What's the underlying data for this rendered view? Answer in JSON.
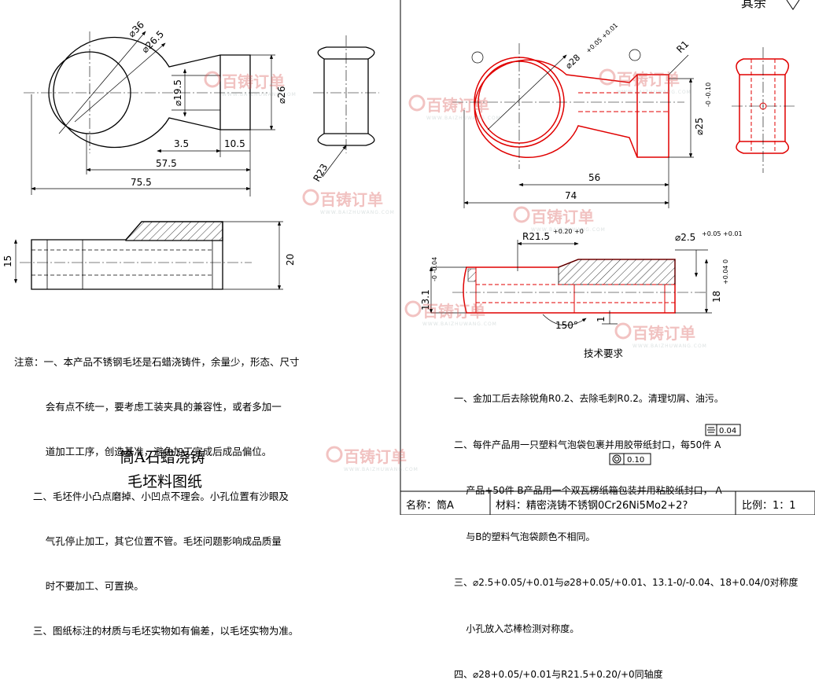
{
  "left": {
    "dims": {
      "d36": "⌀36",
      "d265": "⌀26.5",
      "d195": "⌀19.5",
      "d26": "⌀26",
      "l35": "3.5",
      "l105": "10.5",
      "l575": "57.5",
      "l755": "75.5",
      "r23": "R23",
      "h15": "15",
      "h20": "20"
    },
    "notes": [
      "注意：一、本产品不锈钢毛坯是石蜡浇铸件，余量少，形态、尺寸",
      "          会有点不统一，要考虑工装夹具的兼容性，或者多加一",
      "          道加工工序，创造基准，避免加工完成后成品偏位。",
      "      二、毛坯件小凸点磨掉、小凹点不理会。小孔位置有沙眼及",
      "          气孔停止加工，其它位置不管。毛坯问题影响成品质量",
      "          时不要加工、可置换。",
      "      三、图纸标注的材质与毛坯实物如有偏差，以毛坯实物为准。"
    ],
    "title1": "筒A石蜡浇铸",
    "title2": "毛坯料图纸"
  },
  "right": {
    "corner": "其余",
    "dims": {
      "d28": "⌀28",
      "d28tol": "+0.05 +0.01",
      "r1": "R1",
      "d25": "⌀25",
      "d25tol": "-0 -0.10",
      "l56": "56",
      "l74": "74",
      "r215": "R21.5",
      "r215tol": "+0.20 +0",
      "d25h": "⌀2.5",
      "d25htol": "+0.05 +0.01",
      "h131": "13.1",
      "h131tol": "-0 -0.04",
      "h18": "18",
      "h18tol": "+0.04 0",
      "a150": "150°",
      "one": "1"
    },
    "tech_title": "技术要求",
    "tech": [
      "一、金加工后去除锐角R0.2、去除毛刺R0.2。清理切屑、油污。",
      "二、每件产品用一只塑料气泡袋包裹并用胶带纸封口，每50件 A",
      "    产品+50件 B产品用一个双瓦楞纸箱包装并用粘胶纸封口， A",
      "    与B的塑料气泡袋颜色不相同。",
      "三、⌀2.5+0.05/+0.01与⌀28+0.05/+0.01、13.1-0/-0.04、18+0.04/0对称度",
      "    小孔放入芯棒检测对称度。",
      "四、⌀28+0.05/+0.01与R21.5+0.20/+0同轴度"
    ],
    "sym_frame": "0.04",
    "coax_frame": "0.10"
  },
  "titleblock": {
    "name": "名称：筒A",
    "material": "材料：精密浇铸不锈钢0Cr26Ni5Mo2+2?",
    "scale": "比例：1：1"
  },
  "watermark": {
    "text": "百铸订单",
    "url": "WWW.BAIZHUWANG.COM"
  }
}
